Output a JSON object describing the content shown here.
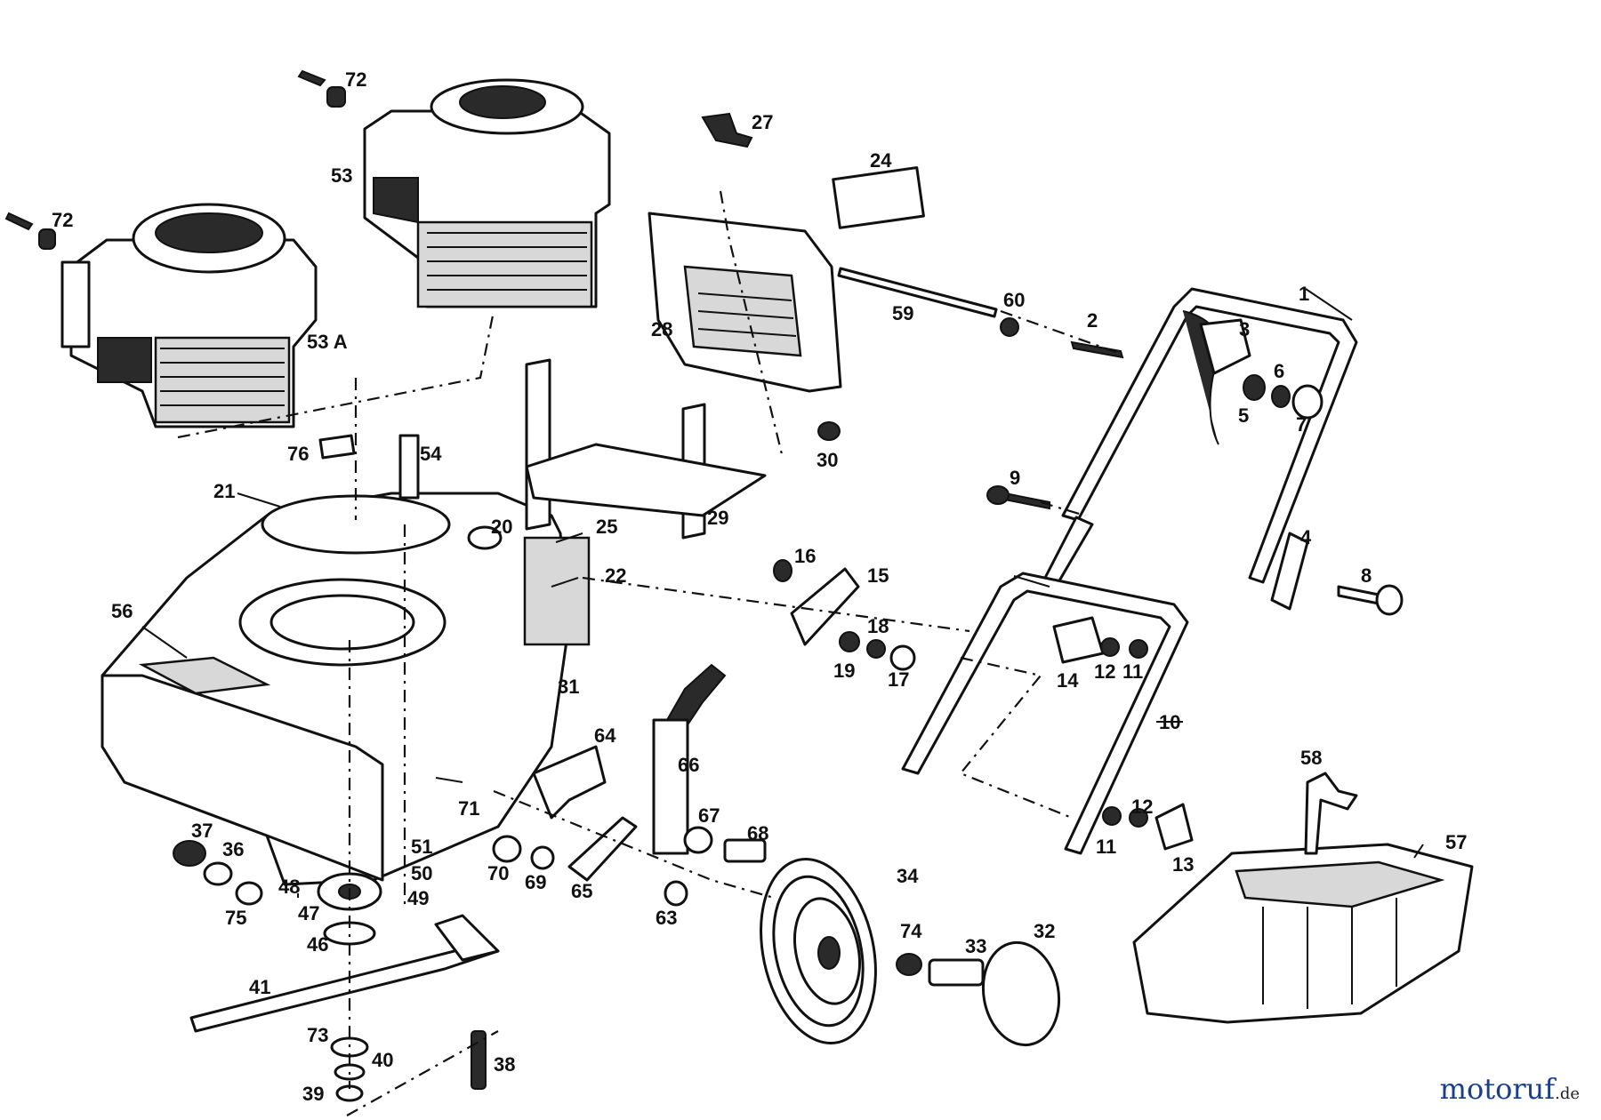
{
  "callouts": [
    "1",
    "2",
    "3",
    "4",
    "5",
    "6",
    "7",
    "8",
    "9",
    "10",
    "11",
    "12",
    "13",
    "14",
    "15",
    "16",
    "17",
    "18",
    "19",
    "20",
    "21",
    "22",
    "24",
    "25",
    "27",
    "28",
    "29",
    "30",
    "31",
    "32",
    "33",
    "34",
    "36",
    "37",
    "38",
    "39",
    "40",
    "41",
    "46",
    "47",
    "48",
    "49",
    "50",
    "51",
    "53",
    "53 A",
    "54",
    "56",
    "57",
    "58",
    "59",
    "60",
    "63",
    "64",
    "65",
    "66",
    "67",
    "68",
    "69",
    "70",
    "71",
    "72",
    "73",
    "74",
    "75",
    "76"
  ],
  "watermark": {
    "brand": "motoruf",
    "tld": ".de"
  }
}
